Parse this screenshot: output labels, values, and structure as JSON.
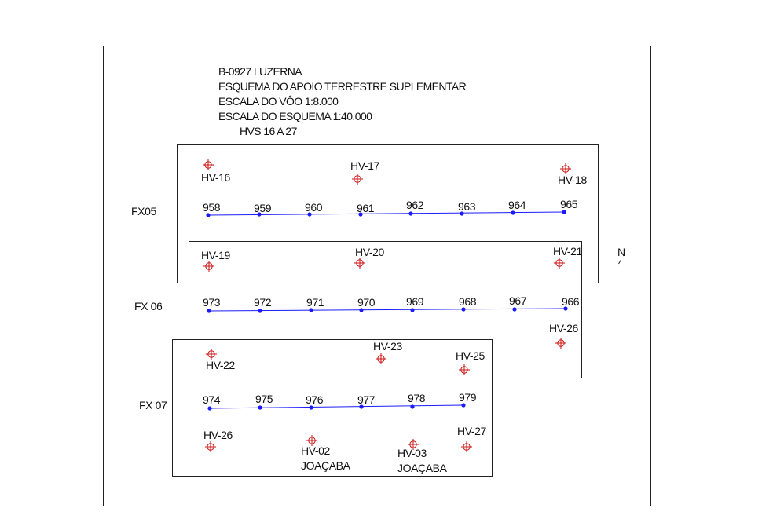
{
  "header": {
    "lines": [
      "B-0927 LUZERNA",
      "ESQUEMA DO APOIO TERRESTRE SUPLEMENTAR",
      "ESCALA DO VÔO 1:8.000",
      "ESCALA DO ESQUEMA 1:40.000",
      "HVS 16 A 27"
    ]
  },
  "north_label": "N",
  "colors": {
    "flight_line": "#1a1aff",
    "control_point": "#cc1010",
    "outline": "#222222"
  },
  "strips": [
    {
      "label": "FX05",
      "photos": [
        "958",
        "959",
        "960",
        "961",
        "962",
        "963",
        "964",
        "965"
      ]
    },
    {
      "label": "FX 06",
      "photos": [
        "973",
        "972",
        "971",
        "970",
        "969",
        "968",
        "967",
        "966"
      ]
    },
    {
      "label": "FX 07",
      "photos": [
        "974",
        "975",
        "976",
        "977",
        "978",
        "979"
      ]
    }
  ],
  "control_points": [
    {
      "label": "HV-16"
    },
    {
      "label": "HV-17"
    },
    {
      "label": "HV-18"
    },
    {
      "label": "HV-19"
    },
    {
      "label": "HV-20"
    },
    {
      "label": "HV-21"
    },
    {
      "label": "HV-26"
    },
    {
      "label": "HV-22"
    },
    {
      "label": "HV-23"
    },
    {
      "label": "HV-25"
    },
    {
      "label": "HV-26"
    },
    {
      "label": "HV-02",
      "sub": "JOAÇABA"
    },
    {
      "label": "HV-03",
      "sub": "JOAÇABA"
    },
    {
      "label": "HV-27"
    }
  ]
}
